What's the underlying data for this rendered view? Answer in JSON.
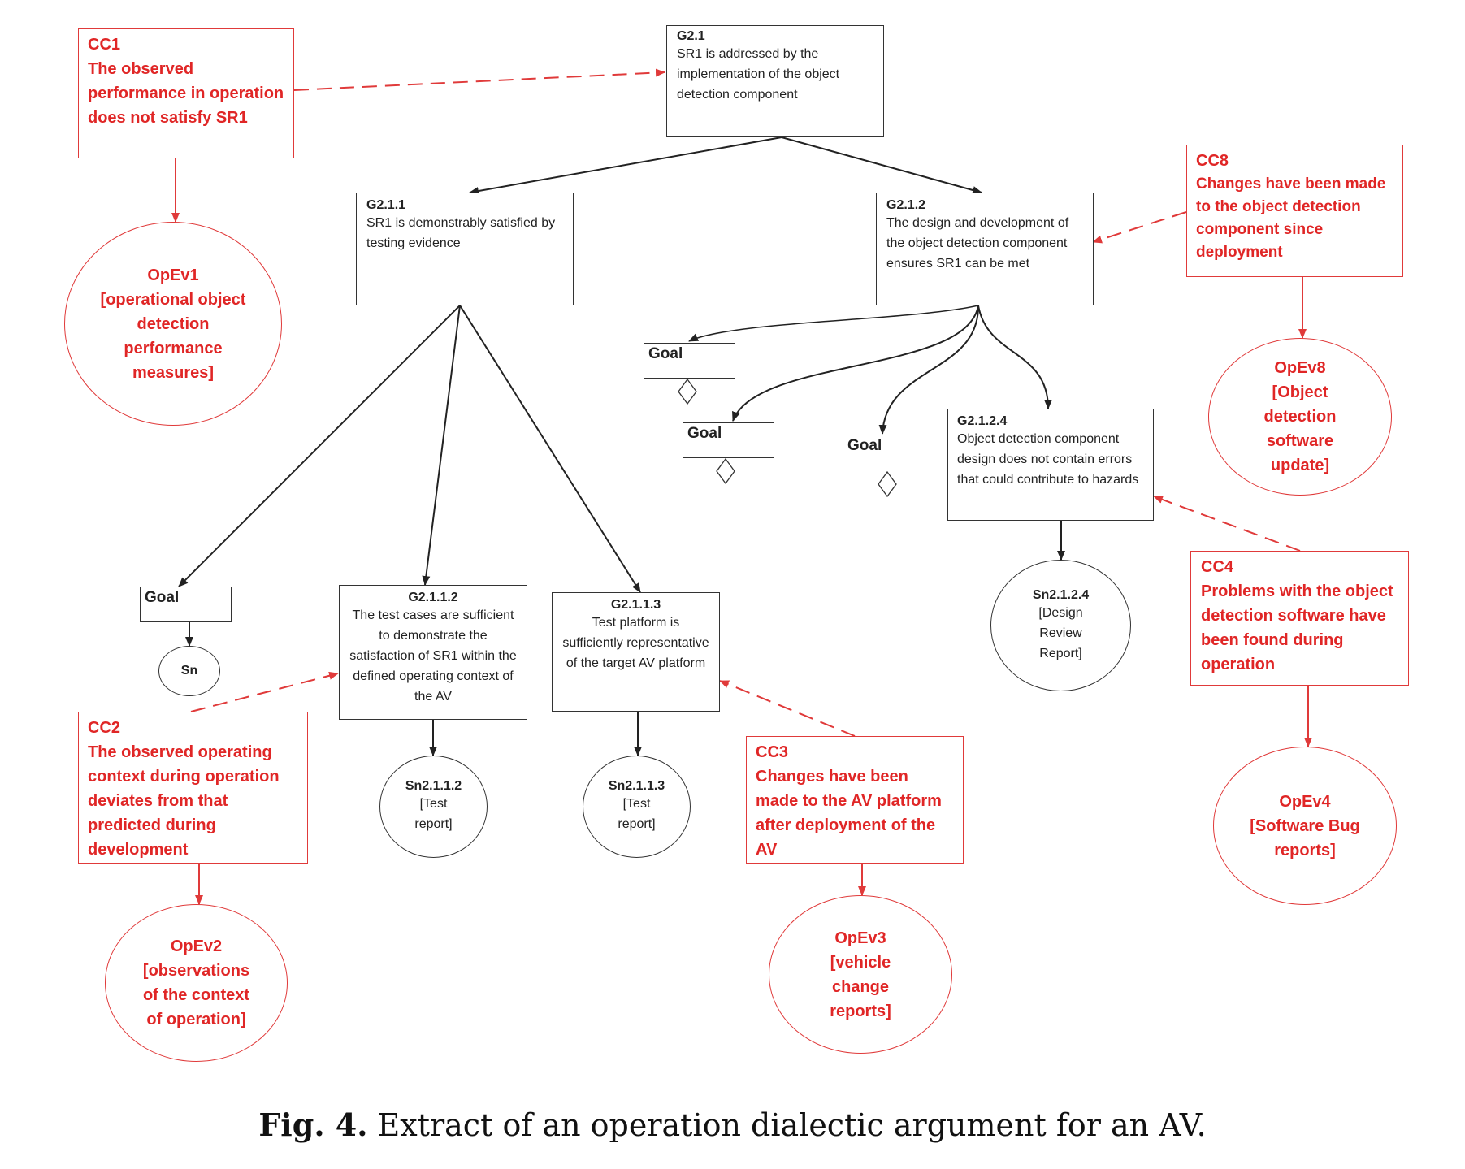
{
  "colors": {
    "goal_border": "#333333",
    "challenge_red": "#e02626"
  },
  "goals": {
    "g21": {
      "id": "G2.1",
      "text": "SR1 is addressed by the implementation of the object detection component"
    },
    "g211": {
      "id": "G2.1.1",
      "text": "SR1 is demonstrably satisfied by testing evidence"
    },
    "g212": {
      "id": "G2.1.2",
      "text": "The design and development of the object detection component ensures SR1 can be met"
    },
    "g2112": {
      "id": "G2.1.1.2",
      "text": "The test cases are sufficient to demonstrate the satisfaction of SR1 within the defined operating context of the AV"
    },
    "g2113": {
      "id": "G2.1.1.3",
      "text": "Test platform is sufficiently representative of the target AV platform"
    },
    "g2124": {
      "id": "G2.1.2.4",
      "text": "Object detection component design does not contain errors that could contribute to hazards"
    },
    "goal_a": {
      "label": "Goal"
    },
    "goal_b": {
      "label": "Goal"
    },
    "goal_c": {
      "label": "Goal"
    },
    "goal_d": {
      "label": "Goal"
    }
  },
  "solutions": {
    "sn": {
      "id": "Sn"
    },
    "sn2112": {
      "id": "Sn2.1.1.2",
      "text": "[Test report]"
    },
    "sn2113": {
      "id": "Sn2.1.1.3",
      "text": "[Test report]"
    },
    "sn2124": {
      "id": "Sn2.1.2.4",
      "text": "[Design Review Report]"
    }
  },
  "challenges": {
    "cc1": {
      "id": "CC1",
      "text": "The observed performance in operation does not satisfy SR1"
    },
    "cc2": {
      "id": "CC2",
      "text": "The observed operating context during operation deviates from that predicted during development"
    },
    "cc3": {
      "id": "CC3",
      "text": "Changes have been made to the AV platform after deployment of the AV"
    },
    "cc4": {
      "id": "CC4",
      "text": "Problems with the object detection software have been found during operation"
    },
    "cc8": {
      "id": "CC8",
      "text": "Changes have been made to the object detection component since deployment"
    }
  },
  "evidence": {
    "opev1": {
      "id": "OpEv1",
      "text": "[operational object detection performance measures]"
    },
    "opev2": {
      "id": "OpEv2",
      "text": "[observations of the context of operation]"
    },
    "opev3": {
      "id": "OpEv3",
      "text": "[vehicle change reports]"
    },
    "opev4": {
      "id": "OpEv4",
      "text": "[Software Bug reports]"
    },
    "opev8": {
      "id": "OpEv8",
      "text": "[Object detection software update]"
    }
  },
  "caption": {
    "label": "Fig. 4.",
    "text": "Extract of an operation dialectic argument for an AV."
  }
}
